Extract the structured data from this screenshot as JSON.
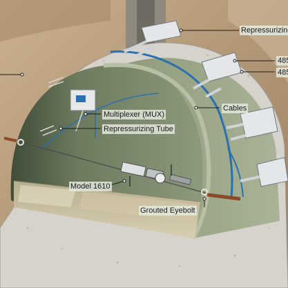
{
  "labels": {
    "repressurizing_tube_top": "Repressurizing",
    "model_485_upper": "485",
    "model_485_lower": "485",
    "cables": "Cables",
    "multiplexer": "Multiplexer (MUX)",
    "repressurizing_tube": "Repressurizing Tube",
    "model_1610": "Model 1610",
    "grouted_eyebolt": "Grouted Eyebolt"
  },
  "colors": {
    "soil": "#b59a7a",
    "soil_dark": "#8a6e50",
    "rock_lining": "#d9d6cf",
    "tunnel_wall": "#9aa58a",
    "tunnel_wall_shade": "#4e5c45",
    "floor": "#c8c0a4",
    "cable_blue": "#2a6fb0",
    "instrument_box": "#e6e8ea"
  }
}
